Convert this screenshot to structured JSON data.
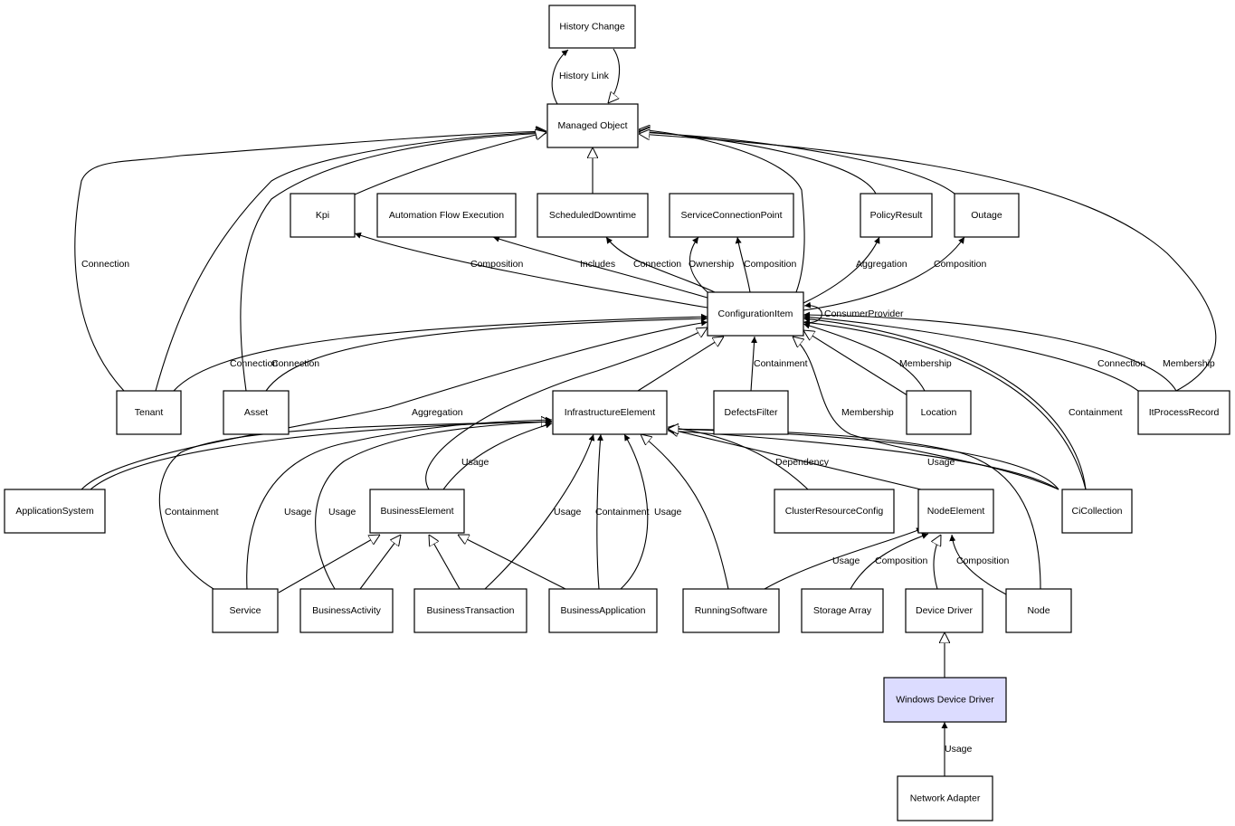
{
  "nodes": {
    "history_change": "History Change",
    "managed_object": "Managed Object",
    "kpi": "Kpi",
    "automation_flow_execution": "Automation Flow Execution",
    "scheduled_downtime": "ScheduledDowntime",
    "service_connection_point": "ServiceConnectionPoint",
    "policy_result": "PolicyResult",
    "outage": "Outage",
    "configuration_item": "ConfigurationItem",
    "tenant": "Tenant",
    "asset": "Asset",
    "infrastructure_element": "InfrastructureElement",
    "defects_filter": "DefectsFilter",
    "location": "Location",
    "it_process_record": "ItProcessRecord",
    "application_system": "ApplicationSystem",
    "business_element": "BusinessElement",
    "cluster_resource_config": "ClusterResourceConfig",
    "node_element": "NodeElement",
    "ci_collection": "CiCollection",
    "service": "Service",
    "business_activity": "BusinessActivity",
    "business_transaction": "BusinessTransaction",
    "business_application": "BusinessApplication",
    "running_software": "RunningSoftware",
    "storage_array": "Storage Array",
    "device_driver": "Device Driver",
    "node": "Node",
    "windows_device_driver": "Windows Device Driver",
    "network_adapter": "Network Adapter"
  },
  "edge_labels": {
    "history_link": "History Link",
    "tenant_connection_mo": "Connection",
    "kpi_composition": "Composition",
    "afe_includes": "Includes",
    "sd_connection": "Connection",
    "scp_ownership": "Ownership",
    "scp_composition": "Composition",
    "pr_aggregation": "Aggregation",
    "outage_composition": "Composition",
    "consumer_provider": "ConsumerProvider",
    "tenant_connection_ci": "Connection",
    "asset_connection_ci": "Connection",
    "df_containment": "Containment",
    "location_membership": "Membership",
    "itpr_connection": "Connection",
    "itpr_membership": "Membership",
    "as_aggregation": "Aggregation",
    "cic_membership": "Membership",
    "cic_containment": "Containment",
    "be_usage": "Usage",
    "crc_dependency": "Dependency",
    "cic_usage": "Usage",
    "service_containment": "Containment",
    "service_usage": "Usage",
    "ba_usage": "Usage",
    "bt_usage": "Usage",
    "bapp_containment": "Containment",
    "bapp_usage": "Usage",
    "rs_usage": "Usage",
    "sa_composition": "Composition",
    "node_composition": "Composition",
    "na_usage": "Usage"
  },
  "colors": {
    "highlight_fill": "#dcdcff",
    "stroke": "#000000",
    "background": "#ffffff"
  }
}
